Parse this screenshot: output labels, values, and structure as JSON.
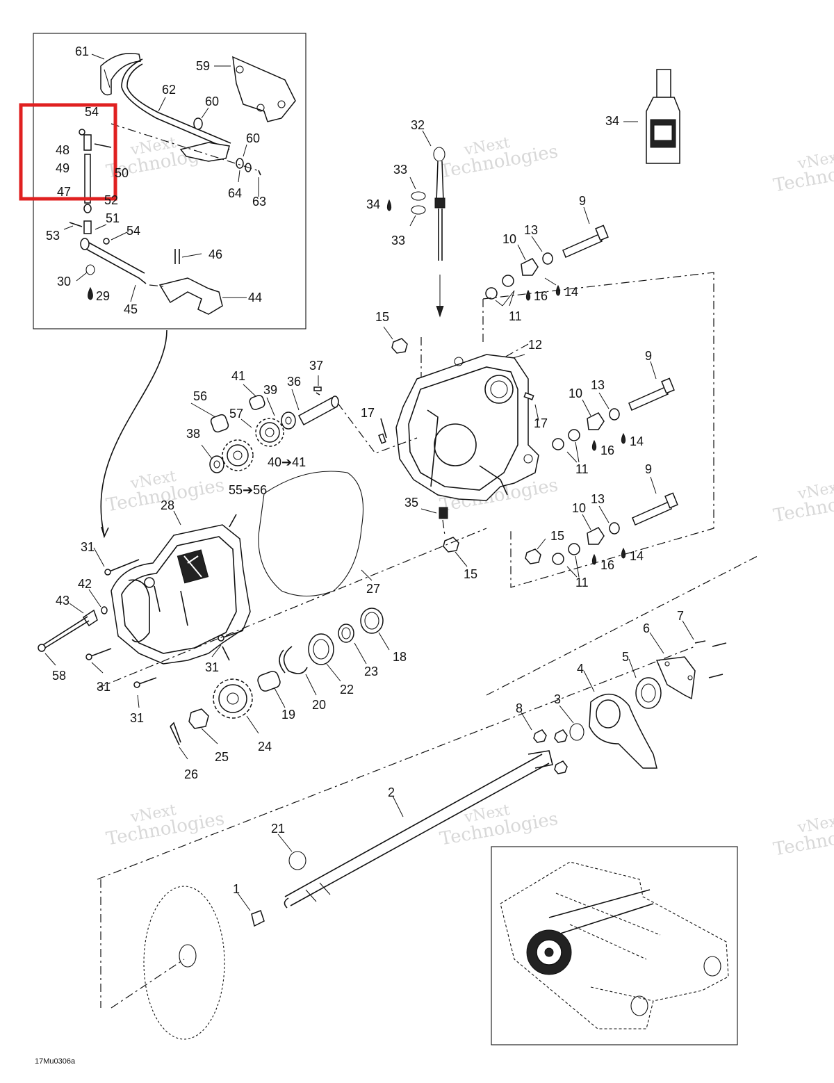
{
  "figure_ref": "17Mu0306a",
  "watermark": {
    "line1": "vNext",
    "line2": "Technologies"
  },
  "highlight": {
    "color": "#e02020",
    "covers_callouts": [
      "54",
      "48",
      "49",
      "47"
    ]
  },
  "callouts": [
    "61",
    "59",
    "62",
    "60",
    "54",
    "48",
    "49",
    "47",
    "50",
    "60",
    "64",
    "63",
    "52",
    "51",
    "54",
    "53",
    "46",
    "30",
    "29",
    "45",
    "44",
    "32",
    "33",
    "34",
    "33",
    "34",
    "9",
    "10",
    "13",
    "16",
    "14",
    "11",
    "15",
    "12",
    "37",
    "41",
    "39",
    "36",
    "56",
    "57",
    "38",
    "40➔41",
    "55➔56",
    "17",
    "17",
    "9",
    "10",
    "13",
    "16",
    "14",
    "11",
    "9",
    "10",
    "13",
    "16",
    "14",
    "11",
    "35",
    "15",
    "15",
    "28",
    "27",
    "31",
    "42",
    "43",
    "58",
    "31",
    "31",
    "31",
    "18",
    "23",
    "22",
    "20",
    "19",
    "24",
    "25",
    "26",
    "7",
    "6",
    "5",
    "4",
    "3",
    "8",
    "2",
    "21",
    "1"
  ]
}
